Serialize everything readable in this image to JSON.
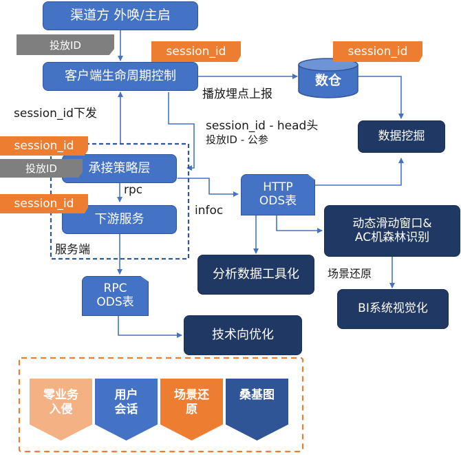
{
  "nodes": {
    "channel": "渠道方 外唤/主启",
    "client_lifecycle": "客户端生命周期控制",
    "data_warehouse": "数仓",
    "data_mining": "数据挖掘",
    "access_strategy": "承接策略层",
    "downstream": "下游服务",
    "http_ods_line1": "HTTP",
    "http_ods_line2": "ODS表",
    "sliding_window_line1": "动态滑动窗口&",
    "sliding_window_line2": "AC机森林识别",
    "analysis_tools": "分析数据工具化",
    "bi_visual": "BI系统视觉化",
    "rpc_ods_line1": "RPC",
    "rpc_ods_line2": "ODS表",
    "tech_opt": "技术向优化"
  },
  "tags": {
    "launch_id_top": "投放ID",
    "session_client": "session_id",
    "session_warehouse": "session_id",
    "session_access": "session_id",
    "launch_id_access": "投放ID",
    "session_downstream": "session_id"
  },
  "labels": {
    "session_down": "session_id下发",
    "report": "播放埋点上报",
    "session_head": "session_id - head头",
    "launch_param": "投放ID - 公参",
    "rpc": "rpc",
    "infoc": "infoc",
    "server_side": "服务端",
    "scene_restore": "场景还原"
  },
  "outcomes": [
    {
      "line1": "零业务",
      "line2": "入侵",
      "color": "#f4b183"
    },
    {
      "line1": "用户",
      "line2": "会话",
      "color": "#4472c4"
    },
    {
      "line1": "场景还",
      "line2": "原",
      "color": "#ed7d31"
    },
    {
      "line1": "桑基图",
      "line2": "",
      "color": "#2f5597"
    }
  ]
}
